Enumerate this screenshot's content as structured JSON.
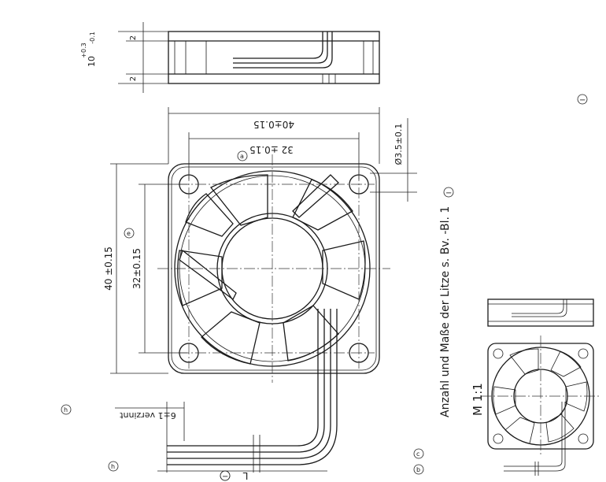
{
  "drawing": {
    "dim_height_top": "10",
    "dim_height_tol_plus": "+0.3",
    "dim_height_tol_minus": "-0.1",
    "dim_flange_top": "2",
    "dim_flange_bottom": "2",
    "dim_outer_width": "40±0.15",
    "dim_hole_spacing_width": "32 ±0.15",
    "dim_hole_diameter": "Ø3.5±0.1",
    "dim_outer_height": "40 ±0.15",
    "dim_hole_spacing_height": "32±0.15",
    "dim_strip_length": "6±1 verzinnt",
    "dim_lead_length": "L",
    "note_wire": "Anzahl und Maße der Litze s. Bv. -Bl. 1",
    "scale_label": "M 1:1"
  },
  "markers": {
    "a": "a",
    "e": "e",
    "h1": "h",
    "h2": "h",
    "b": "b",
    "c": "c",
    "minus1": "−",
    "minus2": "−",
    "minus3": "−"
  }
}
